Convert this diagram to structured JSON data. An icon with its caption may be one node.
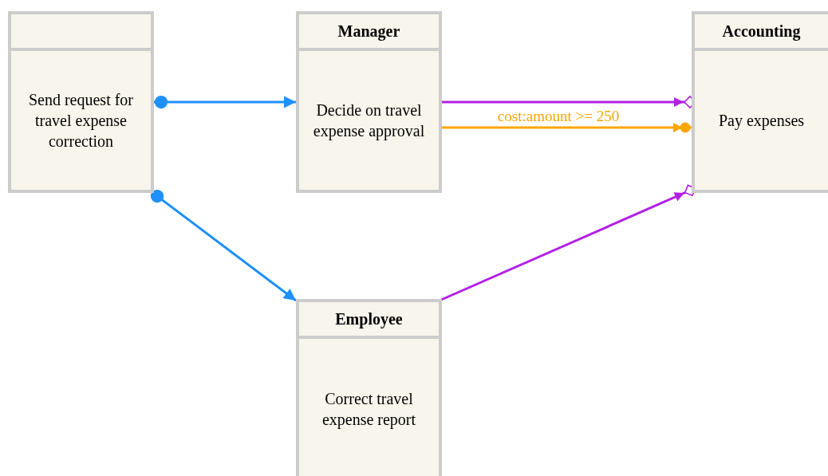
{
  "diagram": {
    "nodes": [
      {
        "text": [
          "Send request for travel expense correction"
        ]
      },
      {
        "text": [
          "Manager",
          "Decide on travel expense approval"
        ]
      },
      {
        "text": [
          "Accounting",
          "Pay expenses"
        ]
      },
      {
        "text": [
          "Employee",
          "Correct travel expense report"
        ]
      }
    ],
    "edges": [
      {
        "from": 0,
        "to": 1,
        "arrow": "to",
        "color": "#1e90ff"
      },
      {
        "from": 1,
        "to": 2,
        "arrow": "to",
        "color": "#b41ee6"
      },
      {
        "from": 1,
        "to": 2,
        "arrow": "to",
        "label": "cost:amount >= 250",
        "color": "#ffa500"
      },
      {
        "from": 0,
        "to": 3,
        "arrow": "to",
        "color": "#1e90ff"
      },
      {
        "from": 3,
        "to": 2,
        "arrow": "to",
        "color": "#b41ee6"
      }
    ]
  }
}
